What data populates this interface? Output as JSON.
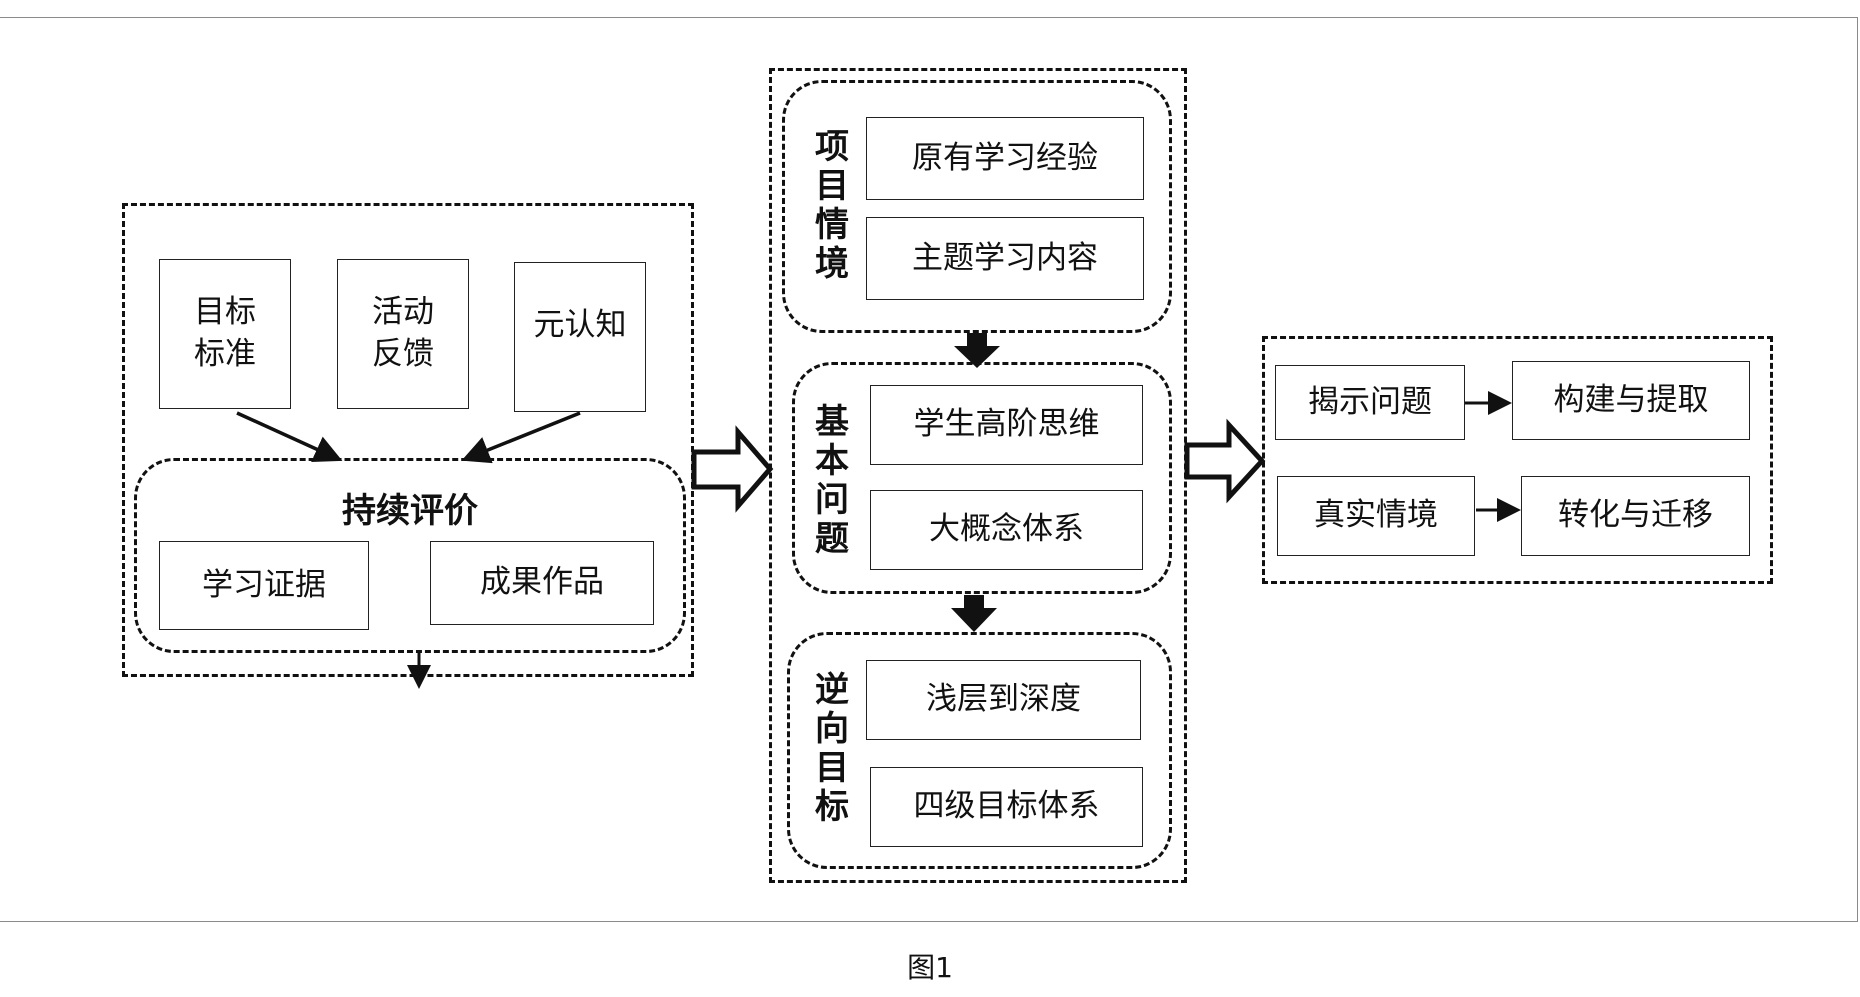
{
  "left": {
    "top_boxes": [
      "目标\n标准",
      "活动\n反馈",
      "元认知"
    ],
    "title": "持续评价",
    "bottom_boxes": [
      "学习证据",
      "成果作品"
    ]
  },
  "middle": {
    "groups": [
      {
        "label": "项目情境",
        "items": [
          "原有学习经验",
          "主题学习内容"
        ]
      },
      {
        "label": "基本问题",
        "items": [
          "学生高阶思维",
          "大概念体系"
        ]
      },
      {
        "label": "逆向目标",
        "items": [
          "浅层到深度",
          "四级目标体系"
        ]
      }
    ]
  },
  "right": {
    "rows": [
      {
        "from": "揭示问题",
        "to": "构建与提取"
      },
      {
        "from": "真实情境",
        "to": "转化与迁移"
      }
    ]
  },
  "caption": "图1"
}
